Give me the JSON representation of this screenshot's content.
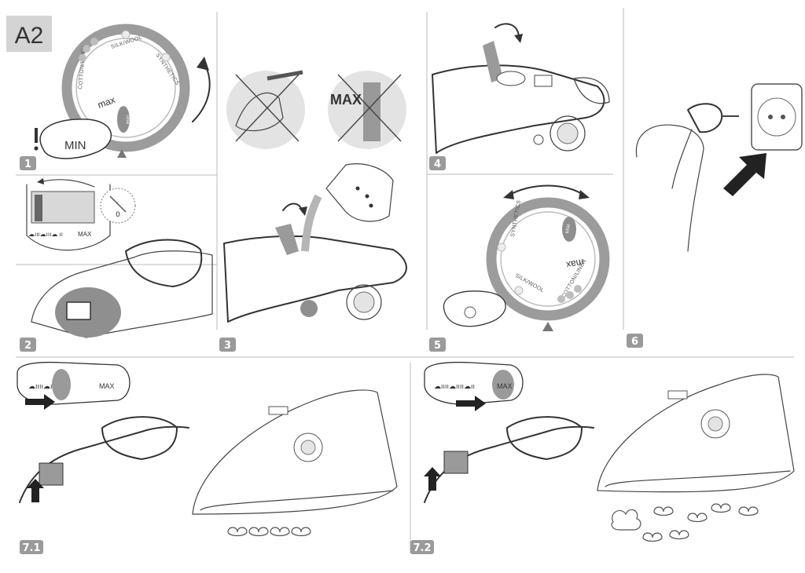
{
  "section_label": "A2",
  "steps": [
    "1",
    "2",
    "3",
    "4",
    "5",
    "6",
    "7.1",
    "7.2"
  ],
  "dial": {
    "cotton_linen": "COTTON/LINEN",
    "silk_wool": "SILK/WOOL",
    "synthetics": "SYNTHETICS",
    "max": "max",
    "min": "min"
  },
  "step1_callout": "MIN",
  "step3_callout": "MAX",
  "steam_scale_max": "MAX",
  "steam_scale_zero": "0"
}
